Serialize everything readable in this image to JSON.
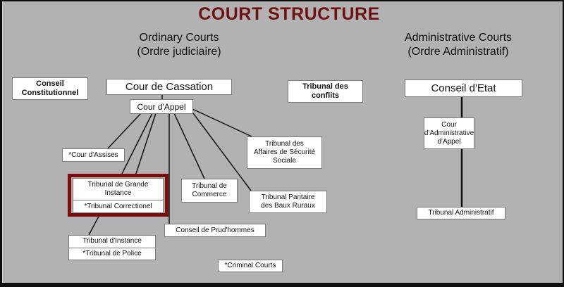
{
  "title": "COURT STRUCTURE",
  "colors": {
    "title": "#6e1111",
    "frame_highlight": "#7a0c0c",
    "background": "#b2b2b2",
    "box": "#ffffff",
    "line": "#111111"
  },
  "ordinary": {
    "heading": "Ordinary Courts",
    "subheading": "(Ordre judiciaire)",
    "nodes": {
      "cassation": "Cour de Cassation",
      "appel": "Cour d'Appel",
      "assises": "*Cour d'Assises",
      "tgi_top_line1": "Tribunal de Grande",
      "tgi_top_line2": "Instance",
      "tgi_bottom": "*Tribunal Correctionel",
      "commerce_line1": "Tribunal de",
      "commerce_line2": "Commerce",
      "tass_line1": "Tribunal des",
      "tass_line2": "Affaires de Sécurité",
      "tass_line3": "Sociale",
      "paritaire_line1": "Tribunal Paritaire",
      "paritaire_line2": "des Baux Ruraux",
      "prudhommes": "Conseil de Prud'hommes",
      "instance": "Tribunal d'Instance",
      "police": "*Tribunal de Police"
    }
  },
  "administrative": {
    "heading": "Administrative Courts",
    "subheading": "(Ordre Administratif)",
    "nodes": {
      "conseil_etat": "Conseil d'Etat",
      "caa_line1": "Cour",
      "caa_line2": "d'Administrative",
      "caa_line3": "d'Appel",
      "tribunal_admin": "Tribunal Administratif"
    }
  },
  "standalone": {
    "conseil_const_line1": "Conseil",
    "conseil_const_line2": "Constitutionnel",
    "conflits_line1": "Tribunal des",
    "conflits_line2": "conflits"
  },
  "legend": {
    "criminal": "*Criminal Courts"
  }
}
